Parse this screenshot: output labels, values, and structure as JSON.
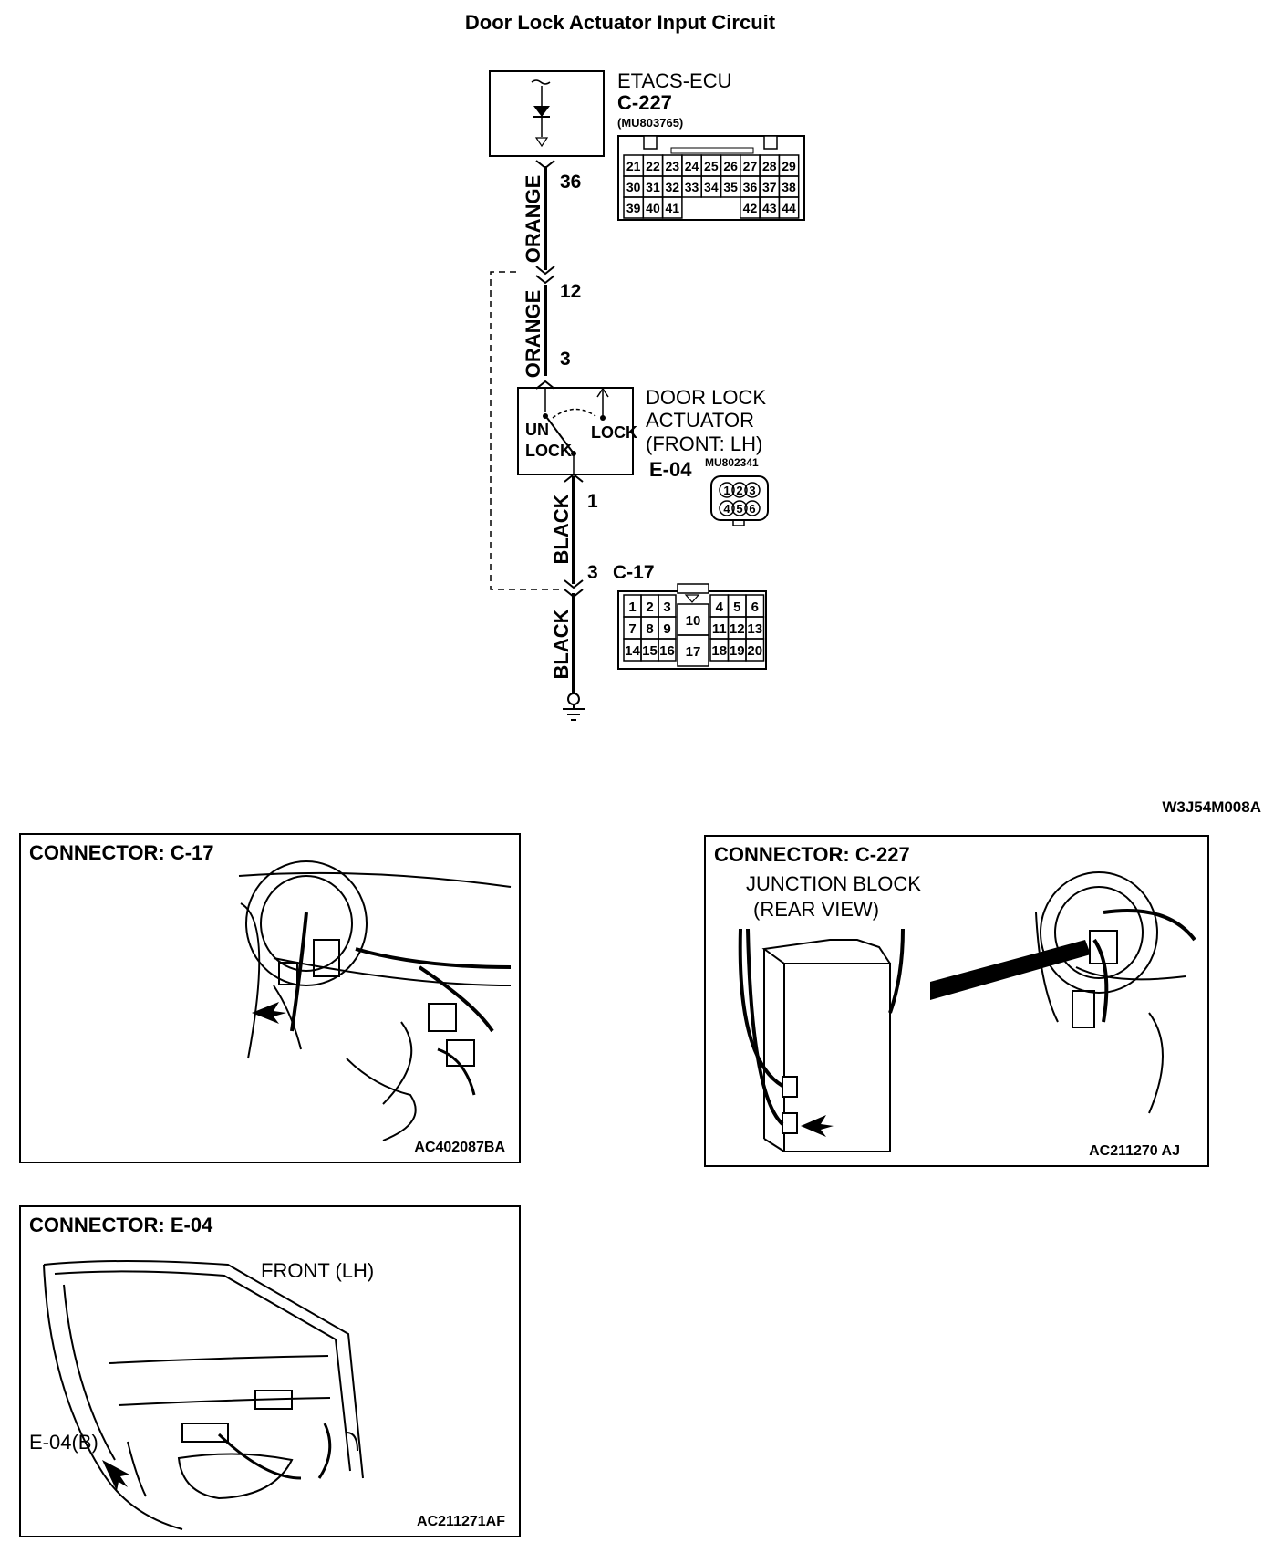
{
  "title": "Door Lock Actuator Input Circuit",
  "diagram_code": "W3J54M008A",
  "ecu": {
    "name": "ETACS-ECU",
    "connector": "C-227",
    "part_no": "(MU803765)",
    "pins": [
      [
        "21",
        "22",
        "23",
        "24",
        "25",
        "26",
        "27",
        "28",
        "29"
      ],
      [
        "30",
        "31",
        "32",
        "33",
        "34",
        "35",
        "36",
        "37",
        "38"
      ],
      [
        "39",
        "40",
        "41",
        "",
        "",
        "",
        "42",
        "43",
        "44"
      ]
    ]
  },
  "wires": {
    "top_color": "ORANGE",
    "mid_color": "ORANGE",
    "low_color": "BLACK",
    "bottom_color": "BLACK"
  },
  "pins": {
    "ecu_out": "36",
    "inline_top": "12",
    "actuator_in": "3",
    "actuator_out": "1",
    "ground_connector": "3"
  },
  "actuator": {
    "line1": "DOOR LOCK",
    "line2": "ACTUATOR",
    "line3": "(FRONT: LH)",
    "connector": "E-04",
    "part_no": "MU802341",
    "unlock_line1": "UN",
    "unlock_line2": "LOCK",
    "lock": "LOCK",
    "pins": [
      "1",
      "2",
      "3",
      "4",
      "5",
      "6"
    ]
  },
  "c17": {
    "connector": "C-17",
    "pins_left": [
      [
        "1",
        "2",
        "3"
      ],
      [
        "7",
        "8",
        "9"
      ],
      [
        "14",
        "15",
        "16"
      ]
    ],
    "pins_mid": [
      "10",
      "17"
    ],
    "pins_right": [
      [
        "4",
        "5",
        "6"
      ],
      [
        "11",
        "12",
        "13"
      ],
      [
        "18",
        "19",
        "20"
      ]
    ]
  },
  "panels": {
    "c17": {
      "title": "CONNECTOR: C-17",
      "code": "AC402087BA"
    },
    "c227": {
      "title": "CONNECTOR: C-227",
      "sub1": "JUNCTION BLOCK",
      "sub2": "(REAR VIEW)",
      "code": "AC211270 AJ"
    },
    "e04": {
      "title": "CONNECTOR: E-04",
      "sub": "FRONT (LH)",
      "callout": "E-04(B)",
      "code": "AC211271AF"
    }
  }
}
